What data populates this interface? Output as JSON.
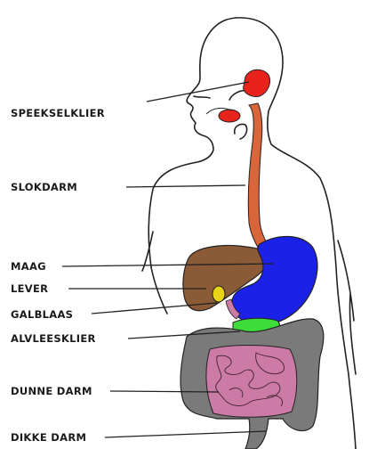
{
  "labels": {
    "speekselklier": "SPEEKSELKLIER",
    "slokdarm": "SLOKDARM",
    "maag": "MAAG",
    "lever": "LEVER",
    "galblaas": "GALBLAAS",
    "alvleesklier": "ALVLEESKLIER",
    "dunne_darm": "DUNNE DARM",
    "dikke_darm": "DIKKE DARM"
  },
  "colors": {
    "outline": "#222222",
    "salivary_gland": "#e8231b",
    "esophagus": "#d8663a",
    "stomach": "#1b21e6",
    "liver": "#8b5a36",
    "gallbladder": "#e8d51a",
    "pancreas": "#3ddc3a",
    "small_intestine": "#cc7aa6",
    "large_intestine": "#7a7a7a"
  }
}
